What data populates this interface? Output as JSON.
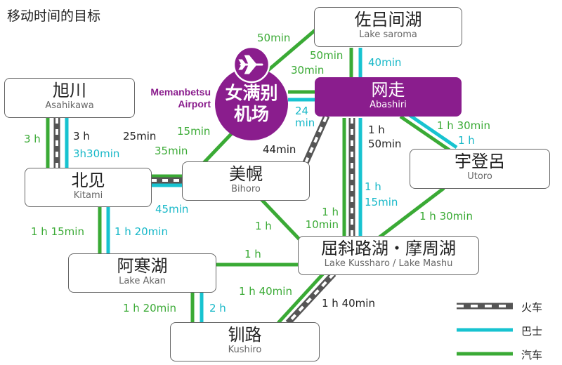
{
  "title": "移动时间的目标",
  "colors": {
    "train": "#555555",
    "bus": "#17c3d0",
    "car": "#3aaa35",
    "purple": "#8a1d8d"
  },
  "airport": {
    "en_line1": "Memanbetsu",
    "en_line2": "Airport",
    "zh_line1": "女满别",
    "zh_line2": "机场",
    "icon": "airplane-icon"
  },
  "nodes": {
    "saroma": {
      "zh": "佐吕间湖",
      "en": "Lake saroma"
    },
    "asahikawa": {
      "zh": "旭川",
      "en": "Asahikawa"
    },
    "abashiri": {
      "zh": "网走",
      "en": "Abashiri"
    },
    "kitami": {
      "zh": "北见",
      "en": "Kitami"
    },
    "bihoro": {
      "zh": "美幌",
      "en": "Bihoro"
    },
    "utoro": {
      "zh": "宇登呂",
      "en": "Utoro"
    },
    "kussharo": {
      "zh": "屈斜路湖・摩周湖",
      "en": "Lake Kussharo / Lake Mashu"
    },
    "akan": {
      "zh": "阿寒湖",
      "en": "Lake Akan"
    },
    "kushiro": {
      "zh": "钏路",
      "en": "Kushiro"
    }
  },
  "times": {
    "airport_saroma": "50min",
    "abashiri_saroma_car": "50min",
    "abashiri_saroma_bus": "40min",
    "airport_abashiri_car": "30min",
    "airport_abashiri_bus_1": "24",
    "airport_abashiri_bus_2": "min",
    "asahikawa_kitami_car": "3 h",
    "asahikawa_kitami_train": "3 h",
    "asahikawa_kitami_bus": "3h30min",
    "airport_bihoro_car": "15min",
    "kitami_bihoro_train": "25min",
    "kitami_bihoro_car": "35min",
    "kitami_bihoro_bus": "45min",
    "bihoro_abashiri_train": "44min",
    "abashiri_utoro_car": "1 h 30min",
    "abashiri_utoro_bus": "1 h",
    "abashiri_kussharo_train_1": "1 h",
    "abashiri_kussharo_train_2": "50min",
    "abashiri_kussharo_bus_1": "1 h",
    "abashiri_kussharo_bus_2": "15min",
    "abashiri_kussharo_car_1": "1 h",
    "abashiri_kussharo_car_2": "10min",
    "utoro_kussharo_car": "1 h 30min",
    "bihoro_kussharo_car": "1 h",
    "kitami_akan_car": "1 h 15min",
    "kitami_akan_bus": "1 h 20min",
    "akan_kussharo_car": "1 h",
    "kussharo_kushiro_car": "1 h 40min",
    "kussharo_kushiro_train": "1 h 40min",
    "akan_kushiro_car": "1 h 20min",
    "akan_kushiro_bus": "2 h"
  },
  "legend": {
    "train": "火车",
    "bus": "巴士",
    "car": "汽车"
  }
}
